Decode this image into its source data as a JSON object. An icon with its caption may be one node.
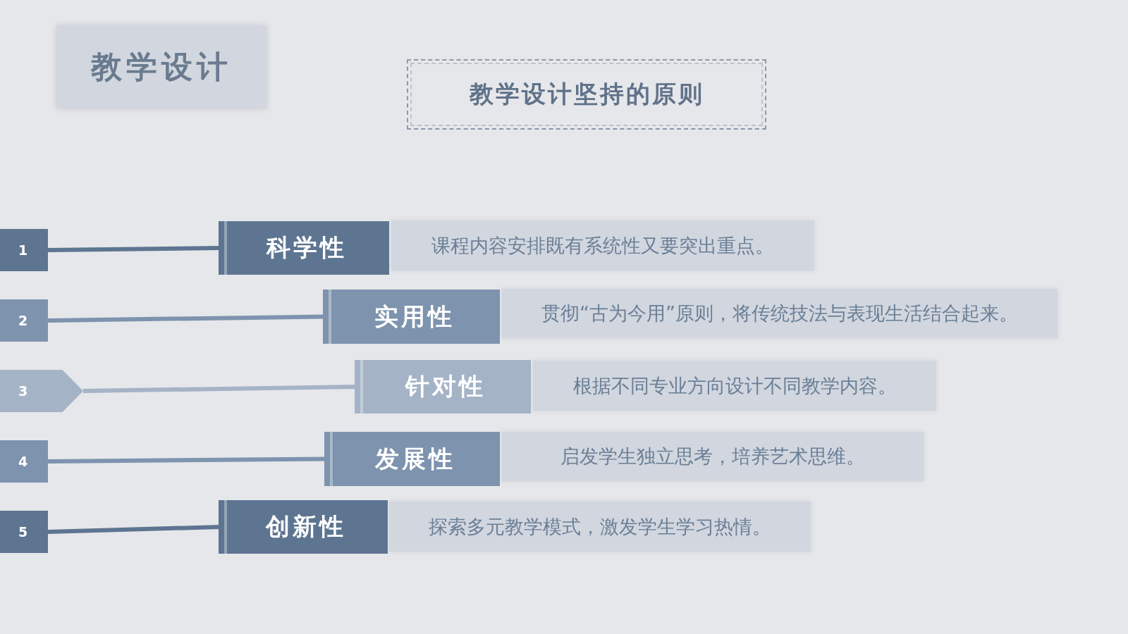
{
  "diagram": {
    "title": "教学设计",
    "nodes": [
      {
        "text": [
          "教学设计坚持的原则"
        ]
      },
      {
        "text": [
          "1"
        ]
      },
      {
        "text": [
          "2"
        ]
      },
      {
        "text": [
          "3"
        ]
      },
      {
        "text": [
          "4"
        ]
      },
      {
        "text": [
          "5"
        ]
      },
      {
        "text": [
          "科学性"
        ]
      },
      {
        "text": [
          "课程内容安排既有系统性又要突出重点。"
        ]
      },
      {
        "text": [
          "实用性"
        ]
      },
      {
        "text": [
          "贯彻“古为今用”原则，将传统技法与表现生活结合起来。"
        ]
      },
      {
        "text": [
          "针对性"
        ]
      },
      {
        "text": [
          "根据不同专业方向设计不同教学内容。"
        ]
      },
      {
        "text": [
          "发展性"
        ]
      },
      {
        "text": [
          "启发学生独立思考，培养艺术思维。"
        ]
      },
      {
        "text": [
          "创新性"
        ]
      },
      {
        "text": [
          "探索多元教学模式，激发学生学习热情。"
        ]
      }
    ],
    "edges": [
      {
        "from": 1,
        "to": 6,
        "arrow": "none",
        "color": "#5d7591"
      },
      {
        "from": 2,
        "to": 8,
        "arrow": "none",
        "color": "#7d93ae"
      },
      {
        "from": 3,
        "to": 10,
        "arrow": "none",
        "color": "#a5b3c6"
      },
      {
        "from": 4,
        "to": 12,
        "arrow": "none",
        "color": "#7d93ae"
      },
      {
        "from": 5,
        "to": 14,
        "arrow": "none",
        "color": "#5d7591"
      }
    ]
  }
}
